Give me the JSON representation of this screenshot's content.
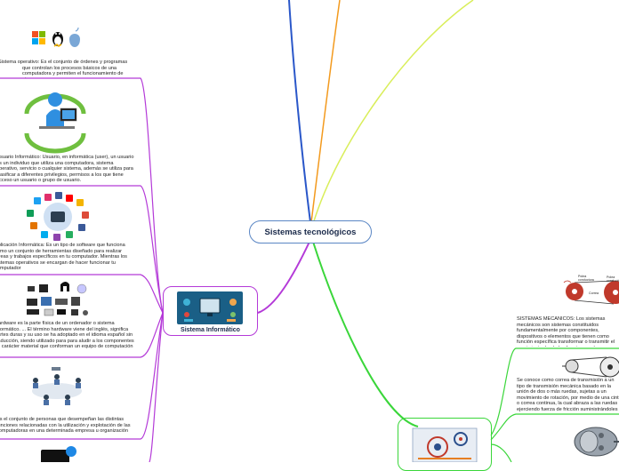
{
  "root": {
    "title": "Sistemas tecnológicos"
  },
  "informatico": {
    "title": "Sistema Informático",
    "items": [
      {
        "text": "Sistema operativo: Es el conjunto  de órdenes y programas que controlan los procesos básicos de una computadora y permiten el funcionamiento de otros programas.",
        "icon": "os-logos-icon"
      },
      {
        "text": "Usuario Informático: Usuario, en informática (user), un usuario es un individuo que utiliza una computadora, sistema operativo, servicio o cualquier sistema, además se utiliza para clasificar a diferentes privilegios, permisos a los que tiene acceso un usuario o grupo de usuario.",
        "icon": "user-computer-icon"
      },
      {
        "text": "Aplicación Informática: Es un tipo de software que funciona como un conjunto de herramientas diseñado para realizar tareas y trabajos específicos en tu computador. Mientras los sistemas operativos se encargan de hacer funcionar tu computador",
        "icon": "app-icons-icon"
      },
      {
        "text": "Hardware es la parte física de un ordenador o sistema informático. ... El término hardware viene del inglés, significa partes duras y su uso se ha adoptado en el idioma español sin traducción, siendo utilizado para para aludir a los componentes de carácter material que conforman un equipo de computación",
        "icon": "hardware-icon"
      },
      {
        "text": "Es el conjunto de personas que desempeñan las distintas funciones relacionadas con la utilización y explotación de las computadoras en una determinada empresa u organización",
        "icon": "network-people-icon"
      }
    ]
  },
  "mecanico": {
    "items": [
      {
        "text": "SISTEMAS MECÁNICOS: Los sistemas mecánicos son sistemas constituidos fundamentalmente por componentes, dispositivos o elementos que tienen como función específica transformar o transmitir el movimiento desde las fuentes que lo generan, al transformar distintos tipos de energía.",
        "icon": "pulley-icon"
      },
      {
        "text": "Se conoce como correa de transmisión a un tipo de transmisión mecánica basado en la unión de dos o más ruedas, sujetas a un movimiento de rotación, por medio de una cinta o correa continua, la cual abraza a las ruedas ejerciendo fuerza de fricción suministrándoles energía desde la rueda motriz",
        "icon": "belt-icon"
      },
      {
        "text": "",
        "icon": "gearbox-icon"
      }
    ],
    "diagram_labels": {
      "driver": "Polea conductora",
      "driven": "Polea conducida",
      "belt": "Correa"
    }
  },
  "colors": {
    "blue": "#2a57c9",
    "orange": "#f39a1e",
    "yellow_green": "#d9ee5a",
    "purple": "#b43ad8",
    "green": "#3ad63a"
  }
}
